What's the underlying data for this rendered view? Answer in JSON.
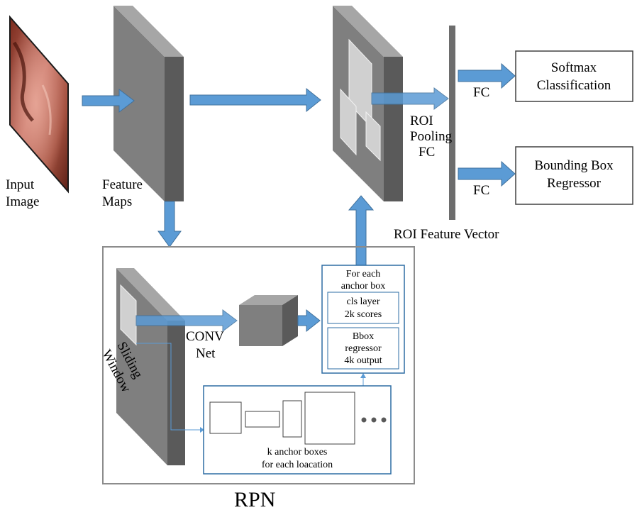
{
  "labels": {
    "input_image": [
      "Input",
      "Image"
    ],
    "feature_maps": [
      "Feature",
      "Maps"
    ],
    "roi_pooling": [
      "ROI",
      "Pooling",
      "FC"
    ],
    "fc_top": "FC",
    "fc_bottom": "FC",
    "roi_feature_vector": "ROI Feature Vector",
    "softmax": [
      "Softmax",
      "Classification"
    ],
    "bbox_regressor": [
      "Bounding Box",
      "Regressor"
    ],
    "rpn": "RPN",
    "sliding_window": [
      "Sliding",
      "Window"
    ],
    "conv_net": [
      "CONV",
      "Net"
    ],
    "anchor_header": [
      "For each",
      "anchor box"
    ],
    "cls_layer": [
      "cls layer",
      "2k scores"
    ],
    "bbox_layer": [
      "Bbox",
      "regressor",
      "4k output"
    ],
    "anchor_boxes": [
      "k anchor boxes",
      "for each loacation"
    ]
  },
  "colors": {
    "arrow_fill": "#5b9bd5",
    "arrow_stroke": "#41719c",
    "box_stroke": "#2e6da4",
    "block_front": "#7f7f7f",
    "block_side": "#5a5a5a",
    "block_top": "#a6a6a6",
    "bar": "#6d6d6d",
    "frame": "#8c8c8c"
  }
}
